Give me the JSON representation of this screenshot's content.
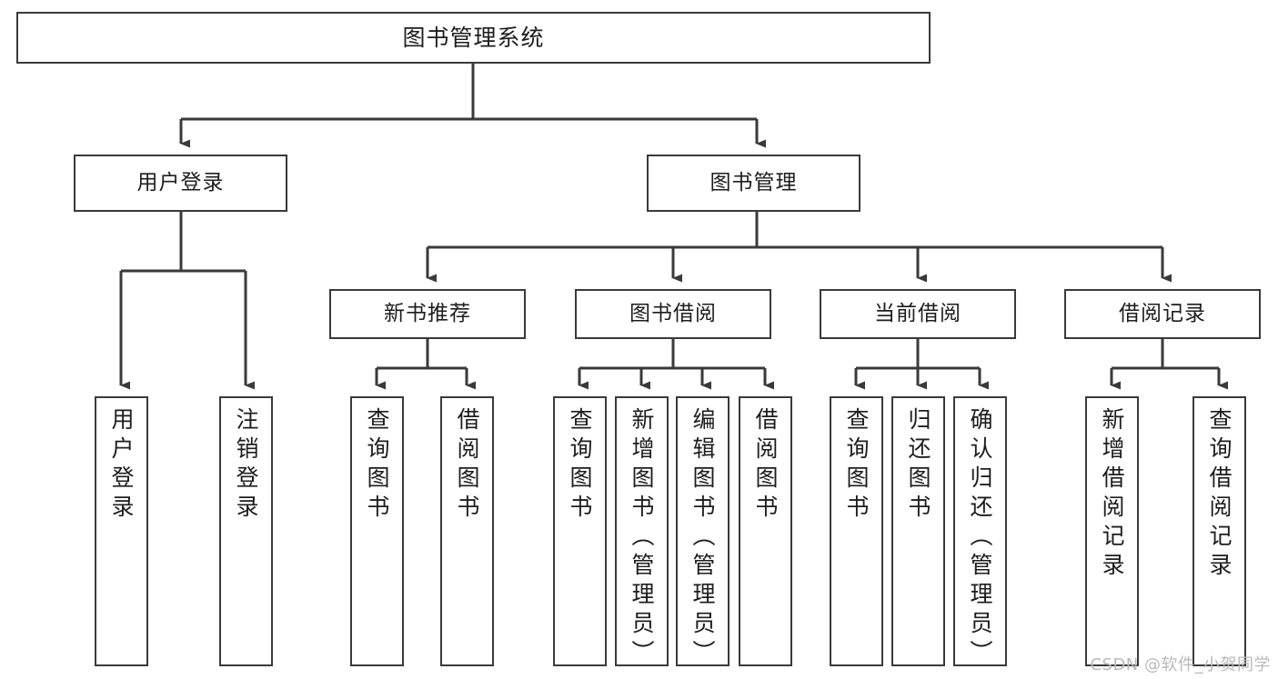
{
  "diagram": {
    "type": "tree",
    "title": "图书管理系统",
    "orientation": "top-down",
    "levels": 4,
    "colors": {
      "box_border": "#3a3a3a",
      "box_fill": "#ffffff",
      "connector": "#3a3a3a",
      "text": "#1d1d1d",
      "watermark": "#b9b9b9"
    }
  },
  "nodes": {
    "root": {
      "label": "图书管理系统"
    },
    "level2": [
      {
        "id": "user-login",
        "label": "用户登录"
      },
      {
        "id": "book-manage",
        "label": "图书管理"
      }
    ],
    "level3": [
      {
        "id": "new-book-recommend",
        "label": "新书推荐"
      },
      {
        "id": "book-borrow",
        "label": "图书借阅"
      },
      {
        "id": "current-borrow",
        "label": "当前借阅"
      },
      {
        "id": "borrow-record",
        "label": "借阅记录"
      }
    ],
    "leaves": [
      {
        "id": "leaf-user-login",
        "parent": "user-login",
        "label": "用户登录"
      },
      {
        "id": "leaf-logout",
        "parent": "user-login",
        "label": "注销登录"
      },
      {
        "id": "leaf-query-book-1",
        "parent": "new-book-recommend",
        "label": "查询图书"
      },
      {
        "id": "leaf-borrow-book-1",
        "parent": "new-book-recommend",
        "label": "借阅图书"
      },
      {
        "id": "leaf-query-book-2",
        "parent": "book-borrow",
        "label": "查询图书"
      },
      {
        "id": "leaf-add-book",
        "parent": "book-borrow",
        "label": "新增图书（管理员）"
      },
      {
        "id": "leaf-edit-book",
        "parent": "book-borrow",
        "label": "编辑图书（管理员）"
      },
      {
        "id": "leaf-borrow-book-2",
        "parent": "book-borrow",
        "label": "借阅图书"
      },
      {
        "id": "leaf-query-book-3",
        "parent": "current-borrow",
        "label": "查询图书"
      },
      {
        "id": "leaf-return-book",
        "parent": "current-borrow",
        "label": "归还图书"
      },
      {
        "id": "leaf-confirm-return",
        "parent": "current-borrow",
        "label": "确认归还（管理员）"
      },
      {
        "id": "leaf-add-record",
        "parent": "borrow-record",
        "label": "新增借阅记录"
      },
      {
        "id": "leaf-query-record",
        "parent": "borrow-record",
        "label": "查询借阅记录"
      }
    ]
  },
  "watermark": {
    "text": "CSDN @软件_小贺同学"
  }
}
